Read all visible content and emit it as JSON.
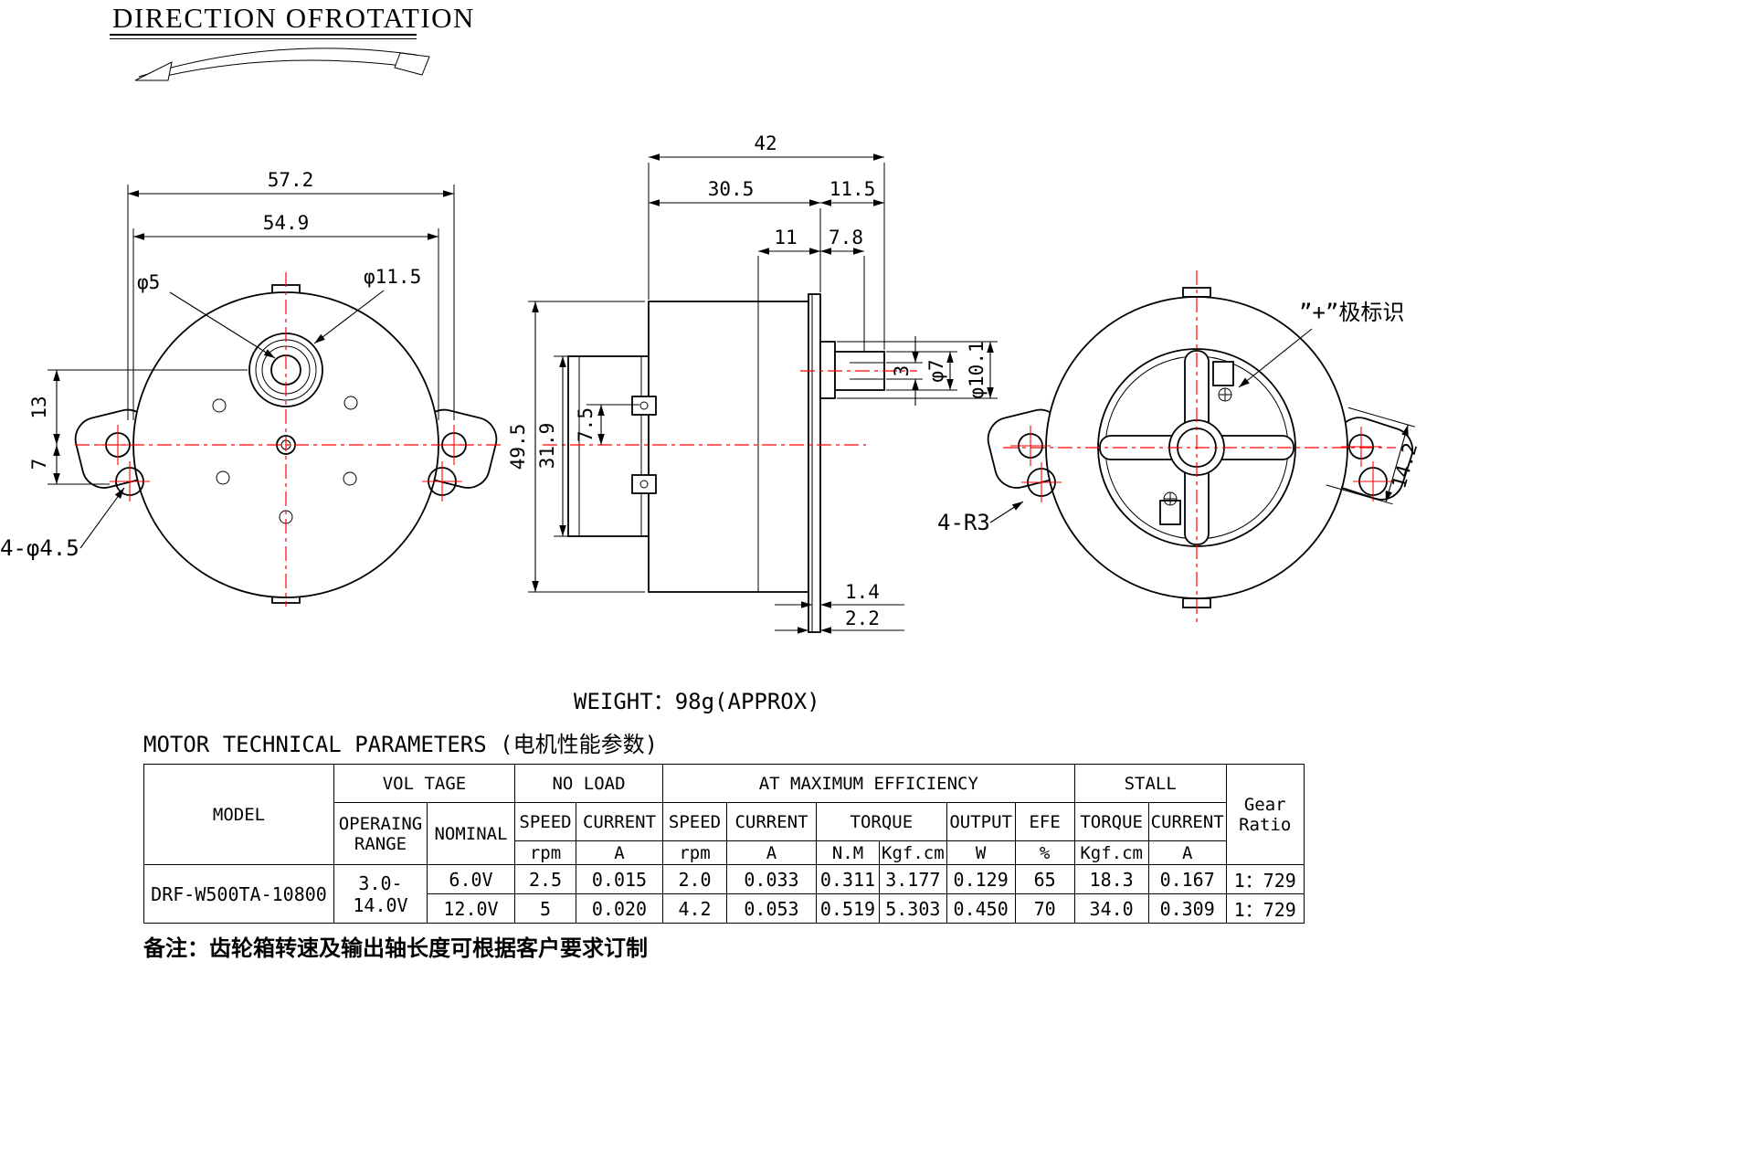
{
  "title": {
    "text": "DIRECTION OFROTATION"
  },
  "weight": {
    "text": "WEIGHT：98g(APPROX)"
  },
  "note": {
    "text": "备注：齿轮箱转速及输出轴长度可根据客户要求订制"
  },
  "colors": {
    "centerline": "#ff0000",
    "line": "#000000",
    "background": "#ffffff"
  },
  "front": {
    "d572": "57.2",
    "d549": "54.9",
    "phi5": "φ5",
    "phi115": "φ11.5",
    "d13": "13",
    "d7": "7",
    "holes": "4-φ4.5"
  },
  "side": {
    "d42": "42",
    "d305": "30.5",
    "d115": "11.5",
    "d11": "11",
    "d78": "7.8",
    "d495": "49.5",
    "d319": "31.9",
    "d75": "7.5",
    "d3": "3",
    "phi7": "φ7",
    "phi101": "φ10.1",
    "d14": "1.4",
    "d22": "2.2"
  },
  "back": {
    "polarity": "”+”极标识",
    "r3": "4-R3",
    "d142": "14.2"
  },
  "table": {
    "title": "MOTOR TECHNICAL PARAMETERS (电机性能参数)",
    "h": {
      "model": "MODEL",
      "voltage": "VOL TAGE",
      "range": "OPERAING\nRANGE",
      "nominal": "NOMINAL",
      "no_load": "NO LOAD",
      "speed": "SPEED",
      "current": "CURRENT",
      "rpm": "rpm",
      "amp": "A",
      "max_eff": "AT MAXIMUM EFFICIENCY",
      "torque": "TORQUE",
      "nm": "N.M",
      "kgfcm": "Kgf.cm",
      "output": "OUTPUT",
      "watt": "W",
      "efe": "EFE",
      "pct": "%",
      "stall": "STALL",
      "gear": "Gear\nRatio"
    },
    "rows": [
      {
        "model": "DRF-W500TA-10800",
        "range": "3.0-14.0V",
        "nominal": "6.0V",
        "nl_speed": "2.5",
        "nl_current": "0.015",
        "me_speed": "2.0",
        "me_current": "0.033",
        "torque_nm": "0.311",
        "torque_kgfcm": "3.177",
        "output": "0.129",
        "efe": "65",
        "stall_torque": "18.3",
        "stall_current": "0.167",
        "gear": "1：729"
      },
      {
        "nominal": "12.0V",
        "nl_speed": "5",
        "nl_current": "0.020",
        "me_speed": "4.2",
        "me_current": "0.053",
        "torque_nm": "0.519",
        "torque_kgfcm": "5.303",
        "output": "0.450",
        "efe": "70",
        "stall_torque": "34.0",
        "stall_current": "0.309",
        "gear": "1：729"
      }
    ]
  }
}
